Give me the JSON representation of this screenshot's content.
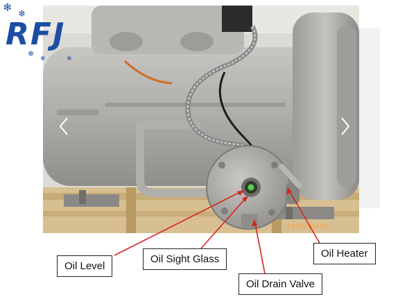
{
  "logo": {
    "text": "RFJ"
  },
  "photo": {
    "date_stamp": "2016/05/23"
  },
  "callouts": {
    "oil_level": "Oil Level",
    "oil_sight_glass": "Oil Sight Glass",
    "oil_drain_valve": "Oil Drain Valve",
    "oil_heater": "Oil Heater"
  },
  "icons": {
    "prev": "chevron-left-icon",
    "next": "chevron-right-icon",
    "snowflake": "snowflake-icon"
  },
  "colors": {
    "brand_blue": "#1c4fa3",
    "leader_red": "#d9231e",
    "compressor_gray": "#a9a9a6",
    "stamp_orange": "#f3a23a"
  }
}
